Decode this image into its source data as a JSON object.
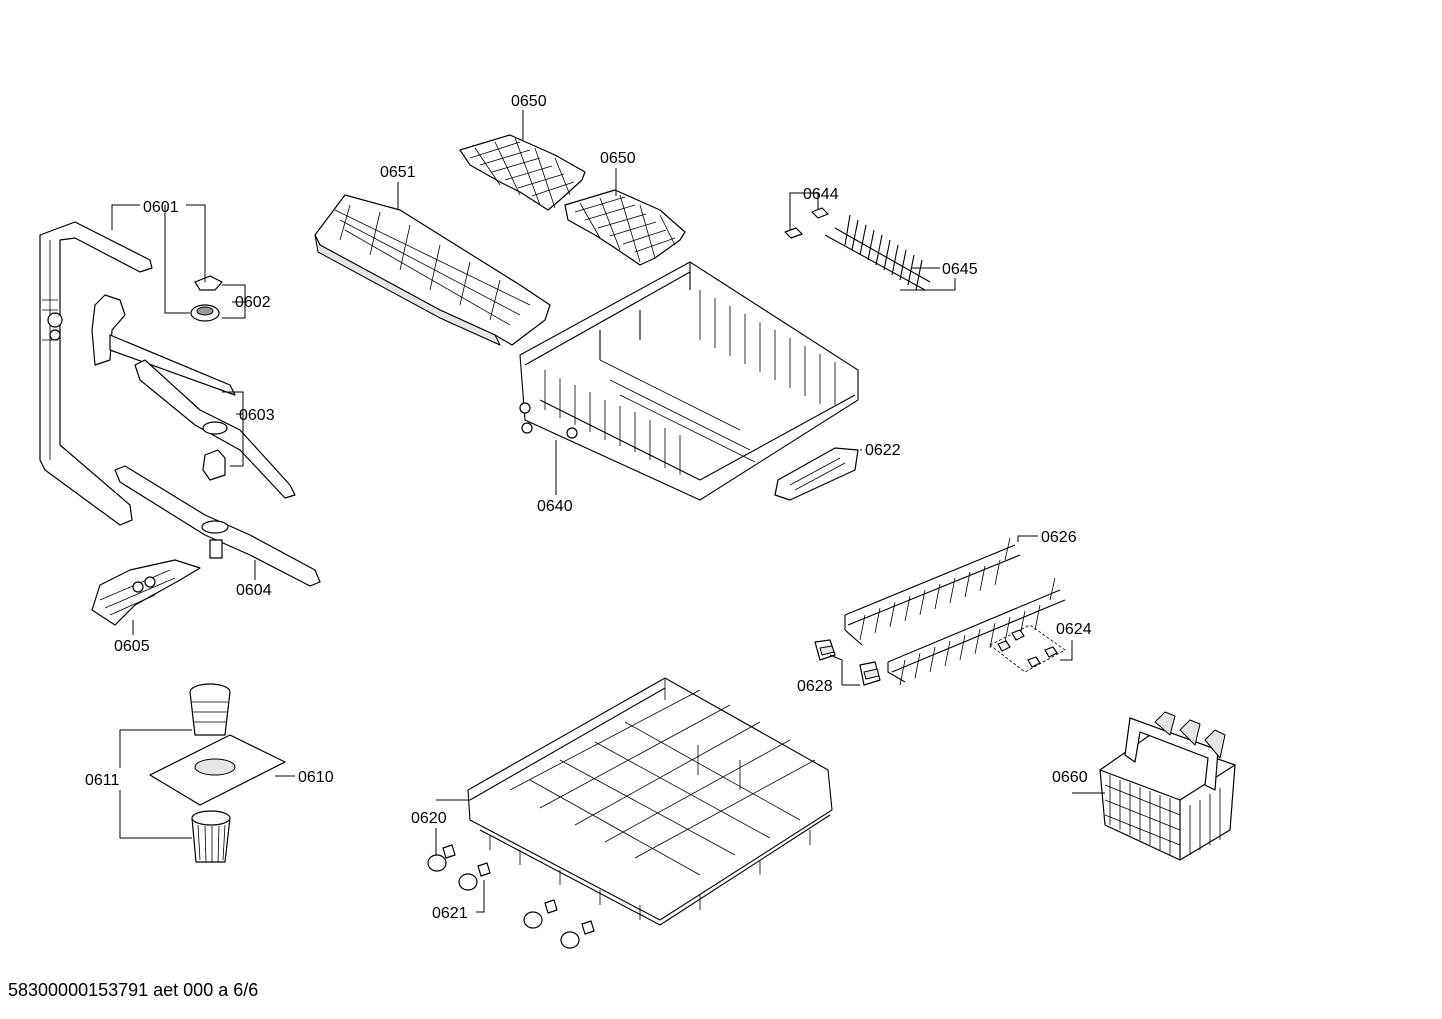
{
  "document_id": "58300000153791 aet 000 a 6/6",
  "callouts": [
    {
      "id": "0650",
      "part": "cup-shelf"
    },
    {
      "id": "0650",
      "part": "cup-shelf"
    },
    {
      "id": "0651",
      "part": "cutlery-tray"
    },
    {
      "id": "0644",
      "part": "rack-clips"
    },
    {
      "id": "0645",
      "part": "folding-tines-rack"
    },
    {
      "id": "0601",
      "part": "supply-pipe"
    },
    {
      "id": "0602",
      "part": "nozzle-coupling"
    },
    {
      "id": "0603",
      "part": "upper-spray-arm"
    },
    {
      "id": "0622",
      "part": "rack-handle"
    },
    {
      "id": "0640",
      "part": "upper-basket"
    },
    {
      "id": "0604",
      "part": "lower-spray-arm"
    },
    {
      "id": "0605",
      "part": "fine-filter"
    },
    {
      "id": "0626",
      "part": "folding-tines"
    },
    {
      "id": "0624",
      "part": "tine-clips"
    },
    {
      "id": "0628",
      "part": "tine-holders"
    },
    {
      "id": "0611",
      "part": "filter-combination"
    },
    {
      "id": "0610",
      "part": "flat-filter"
    },
    {
      "id": "0660",
      "part": "cutlery-basket"
    },
    {
      "id": "0620",
      "part": "lower-basket"
    },
    {
      "id": "0621",
      "part": "rollers"
    }
  ]
}
